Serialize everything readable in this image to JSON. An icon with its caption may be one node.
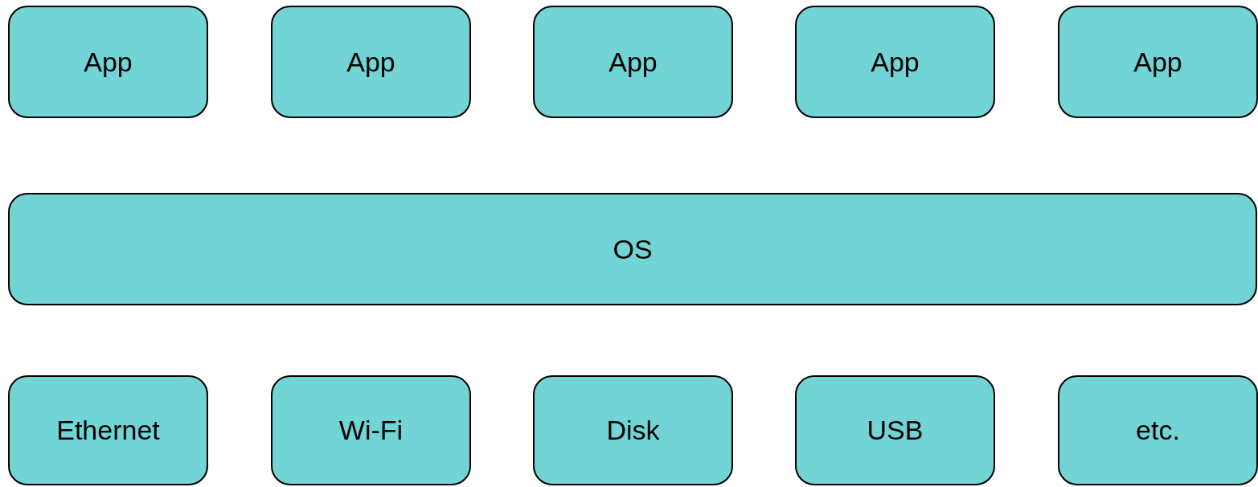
{
  "diagram": {
    "nodes": [
      {
        "text": [
          "App"
        ]
      },
      {
        "text": [
          "App"
        ]
      },
      {
        "text": [
          "App"
        ]
      },
      {
        "text": [
          "App"
        ]
      },
      {
        "text": [
          "App"
        ]
      },
      {
        "text": [
          "OS"
        ]
      },
      {
        "text": [
          "Ethernet"
        ]
      },
      {
        "text": [
          "Wi-Fi"
        ]
      },
      {
        "text": [
          "Disk"
        ]
      },
      {
        "text": [
          "USB"
        ]
      },
      {
        "text": [
          "etc."
        ]
      }
    ]
  }
}
